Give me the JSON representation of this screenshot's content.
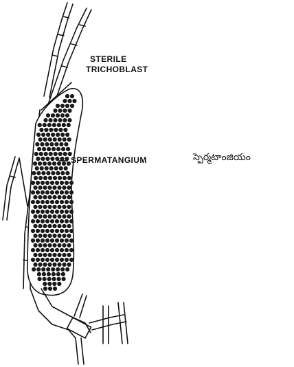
{
  "labels": {
    "sterile_line1": "STERILE",
    "sterile_line2": "TRICHOBLAST",
    "spermatangium": "SPERMATANGIUM",
    "spermatangium_telugu": "స్పెర్మటాంజియం"
  },
  "colors": {
    "ink": "#111111",
    "background": "#ffffff"
  }
}
